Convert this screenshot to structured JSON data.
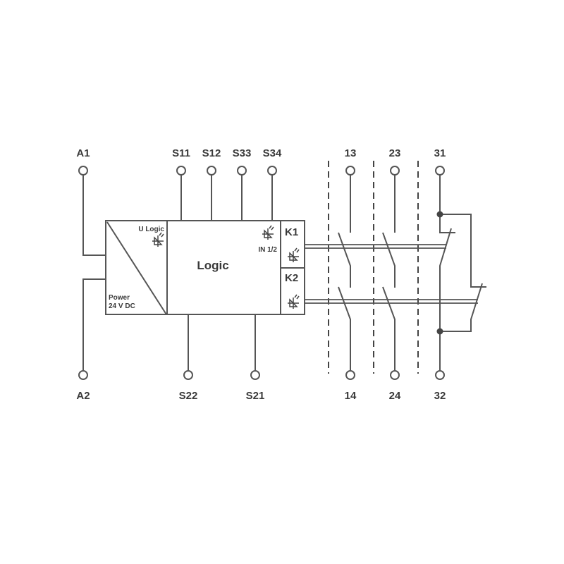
{
  "terminals_top": [
    "A1",
    "S11",
    "S12",
    "S33",
    "S34",
    "13",
    "23",
    "31"
  ],
  "terminals_bottom": [
    "A2",
    "S22",
    "S21",
    "14",
    "24",
    "32"
  ],
  "blocks": {
    "power_top": "U Logic",
    "power_bottom_1": "Power",
    "power_bottom_2": "24 V DC",
    "logic": "Logic",
    "logic_input": "IN 1/2",
    "relay1": "K1",
    "relay2": "K2"
  }
}
